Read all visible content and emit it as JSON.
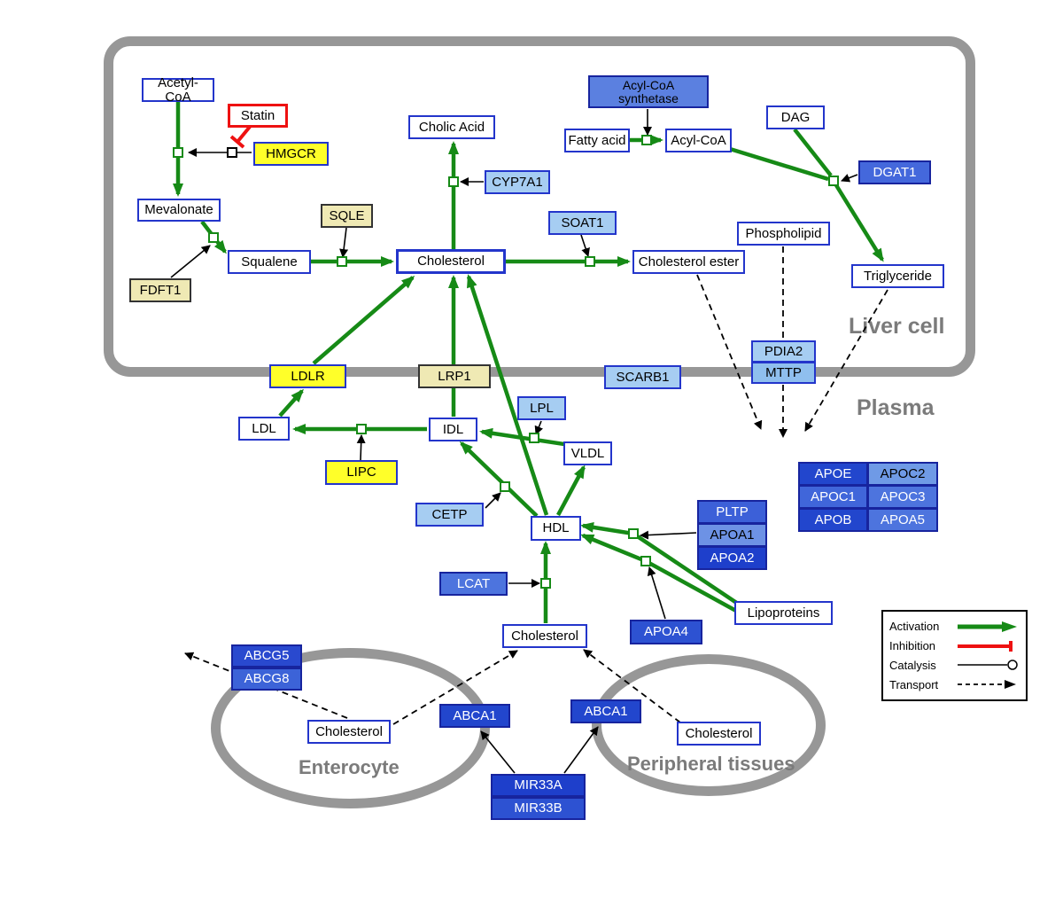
{
  "regions": {
    "liver": "Liver cell",
    "plasma": "Plasma",
    "enterocyte": "Enterocyte",
    "peripheral": "Peripheral tissues"
  },
  "nodes": {
    "acetyl_coa": "Acetyl-CoA",
    "statin": "Statin",
    "hmgcr": "HMGCR",
    "mevalonate": "Mevalonate",
    "sqle": "SQLE",
    "fdft1": "FDFT1",
    "squalene": "Squalene",
    "cholesterol": "Cholesterol",
    "cholic_acid": "Cholic Acid",
    "cyp7a1": "CYP7A1",
    "soat1": "SOAT1",
    "cholesterol_ester": "Cholesterol ester",
    "acyl_coa_synthetase": "Acyl-CoA synthetase",
    "fatty_acid": "Fatty acid",
    "acyl_coa": "Acyl-CoA",
    "dag": "DAG",
    "dgat1": "DGAT1",
    "phospholipid": "Phospholipid",
    "triglyceride": "Triglyceride",
    "pdia2": "PDIA2",
    "mttp": "MTTP",
    "ldlr": "LDLR",
    "lrp1": "LRP1",
    "scarb1": "SCARB1",
    "ldl": "LDL",
    "idl": "IDL",
    "lpl": "LPL",
    "vldl": "VLDL",
    "lipc": "LIPC",
    "cetp": "CETP",
    "hdl": "HDL",
    "pltp": "PLTP",
    "apoa1": "APOA1",
    "apoa2": "APOA2",
    "apoe": "APOE",
    "apoc2": "APOC2",
    "apoc1": "APOC1",
    "apoc3": "APOC3",
    "apob": "APOB",
    "apoa5": "APOA5",
    "lcat": "LCAT",
    "apoa4": "APOA4",
    "lipoproteins": "Lipoproteins",
    "abcg5": "ABCG5",
    "abcg8": "ABCG8",
    "abca1": "ABCA1",
    "mir33a": "MIR33A",
    "mir33b": "MIR33B"
  },
  "legend": {
    "activation": "Activation",
    "inhibition": "Inhibition",
    "catalysis": "Catalysis",
    "transport": "Transport"
  },
  "colors": {
    "activation_green": "#168a16",
    "inhibition_red": "#ee1111",
    "membrane_gray": "#979797",
    "node_border_blue": "#2335cb",
    "highlight_yellow": "#ffff29"
  }
}
